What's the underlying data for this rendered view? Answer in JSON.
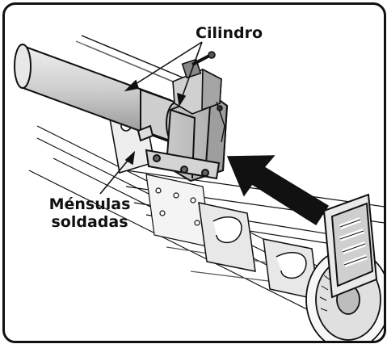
{
  "labels": {
    "cylinder": "Cilindro",
    "brackets_line1": "Ménsulas",
    "brackets_line2": "soldadas"
  },
  "colors": {
    "outline": "#111111",
    "shade_light": "#d9d9d9",
    "shade_mid": "#b8b8b8",
    "shade_dark": "#8a8a8a",
    "arrow": "#111111"
  },
  "icons": {
    "arrow": "push-direction-arrow"
  }
}
